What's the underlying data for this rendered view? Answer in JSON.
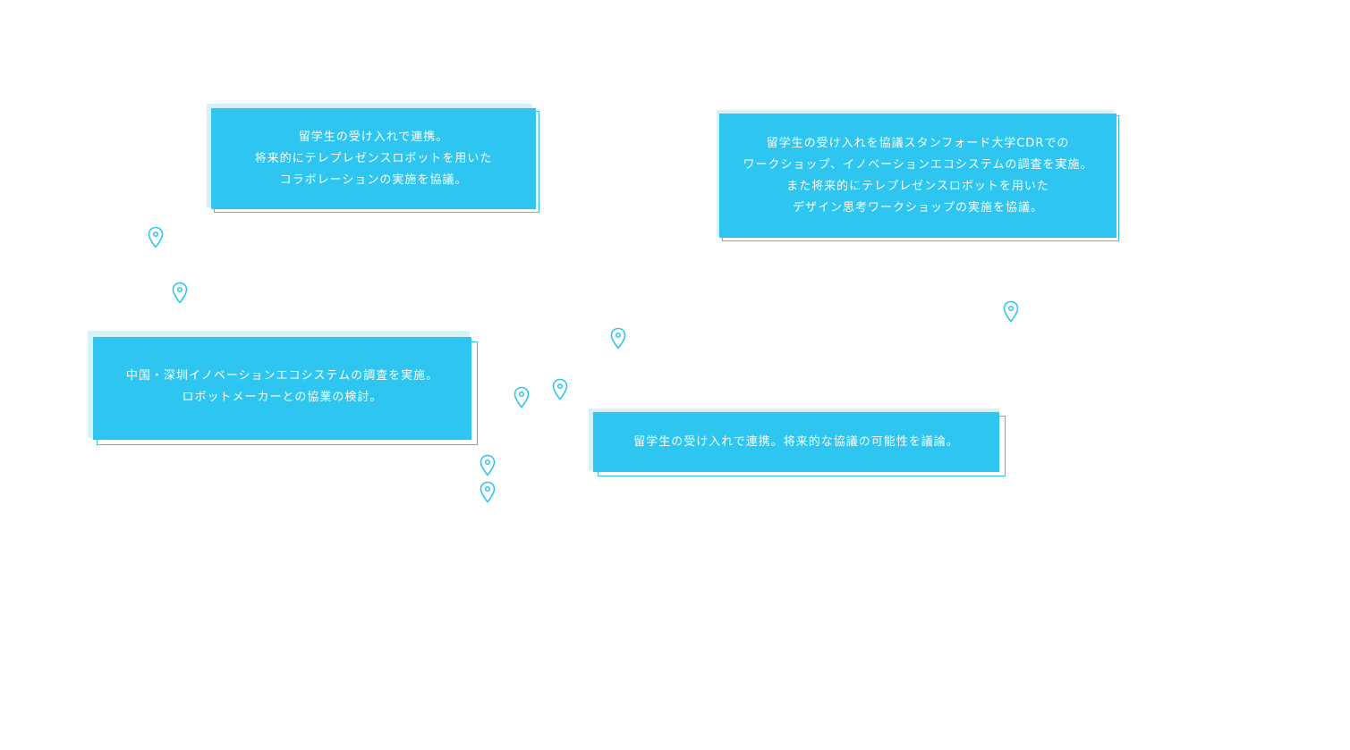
{
  "colors": {
    "accent": "#2ec6f0",
    "accent_light": "#d7f1fa",
    "text_on_accent": "#ffffff"
  },
  "cards": [
    {
      "lines": [
        "留学生の受け入れで連携。",
        "将来的にテレプレゼンスロボットを用いた",
        "コラボレーションの実施を協議。"
      ]
    },
    {
      "lines": [
        "留学生の受け入れを協議スタンフォード大学CDRでの",
        "ワークショップ、イノベーションエコシステムの調査を実施。",
        "また将来的にテレプレゼンスロボットを用いた",
        "デザイン思考ワークショップの実施を協議。"
      ]
    },
    {
      "lines": [
        "中国・深圳イノベーションエコシステムの調査を実施。",
        "ロボットメーカーとの協業の検討。"
      ]
    },
    {
      "lines": [
        "留学生の受け入れで連携。将来的な協議の可能性を議論。"
      ]
    }
  ],
  "pins": [
    {
      "icon": "map-pin-icon"
    },
    {
      "icon": "map-pin-icon"
    },
    {
      "icon": "map-pin-icon"
    },
    {
      "icon": "map-pin-icon"
    },
    {
      "icon": "map-pin-icon"
    },
    {
      "icon": "map-pin-icon"
    },
    {
      "icon": "map-pin-icon"
    },
    {
      "icon": "map-pin-icon"
    },
    {
      "icon": "map-pin-icon"
    }
  ]
}
